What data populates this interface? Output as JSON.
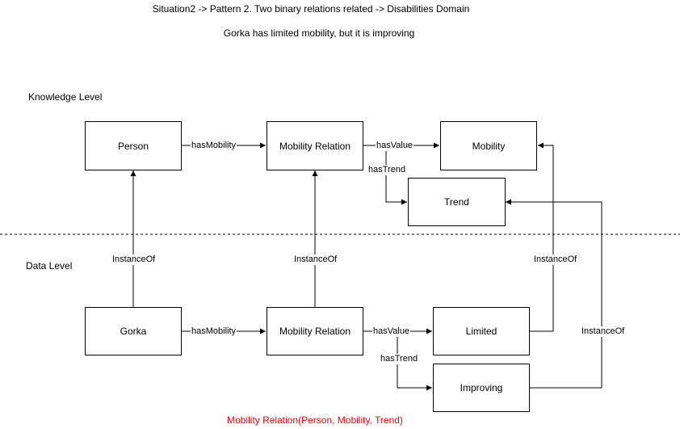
{
  "title": "Situation2 -> Pattern 2. Two binary relations related -> Disabilities Domain",
  "subtitle": "Gorka has limited mobility, but it is improving",
  "levels": {
    "knowledge": "Knowledge Level",
    "data": "Data Level"
  },
  "nodes": {
    "person": "Person",
    "mobility_relation_k": "Mobility Relation",
    "mobility": "Mobility",
    "trend": "Trend",
    "gorka": "Gorka",
    "mobility_relation_d": "Mobility Relation",
    "limited": "Limited",
    "improving": "Improving"
  },
  "edges": {
    "has_mobility_k": "hasMobility",
    "has_value_k": "hasValue",
    "has_trend_k": "hasTrend",
    "has_mobility_d": "hasMobility",
    "has_value_d": "hasValue",
    "has_trend_d": "hasTrend",
    "instance_of_person": "InstanceOf",
    "instance_of_relation": "InstanceOf",
    "instance_of_mobility": "InstanceOf",
    "instance_of_trend": "InstanceOf"
  },
  "formula": "Mobility Relation(Person, Mobility, Trend)",
  "colors": {
    "formula": "#ff0000",
    "lines": "#000000"
  }
}
